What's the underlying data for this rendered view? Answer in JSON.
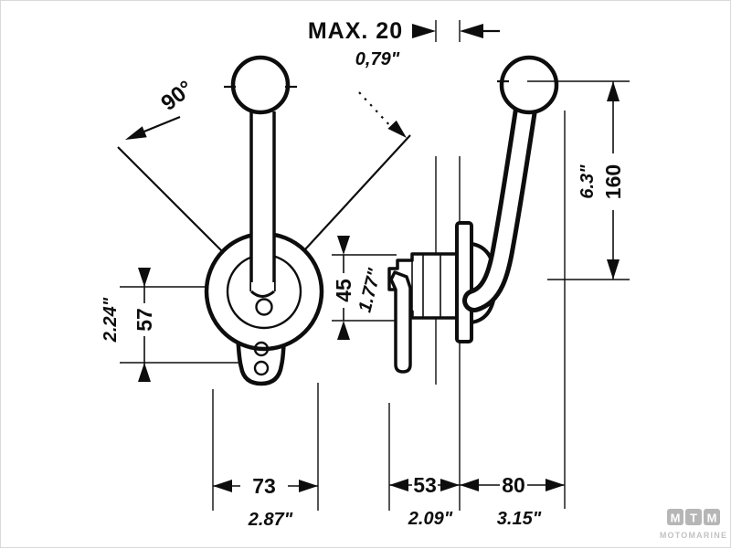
{
  "meta": {
    "line_color": "#0d0d0d",
    "background": "#ffffff",
    "logo_gray": "#b6b6b6",
    "logo_word_gray": "#c2c2c2"
  },
  "note": {
    "label": "MAX. 20",
    "inch": "0,79\""
  },
  "front_view": {
    "angle_label": "90°",
    "pivot_height_mm": "57",
    "pivot_height_in": "2.24\"",
    "base_width_mm": "73",
    "base_width_in": "2.87\""
  },
  "side_view": {
    "lever_height_mm": "160",
    "lever_height_in": "6.3\"",
    "housing_height_mm": "45",
    "housing_height_in": "1.77\"",
    "housing_depth_mm": "53",
    "housing_depth_in": "2.09\"",
    "front_clearance_mm": "80",
    "front_clearance_in": "3.15\""
  },
  "logo": {
    "letters": [
      "M",
      "T",
      "M"
    ],
    "wordmark": "MOTOMARINE"
  }
}
